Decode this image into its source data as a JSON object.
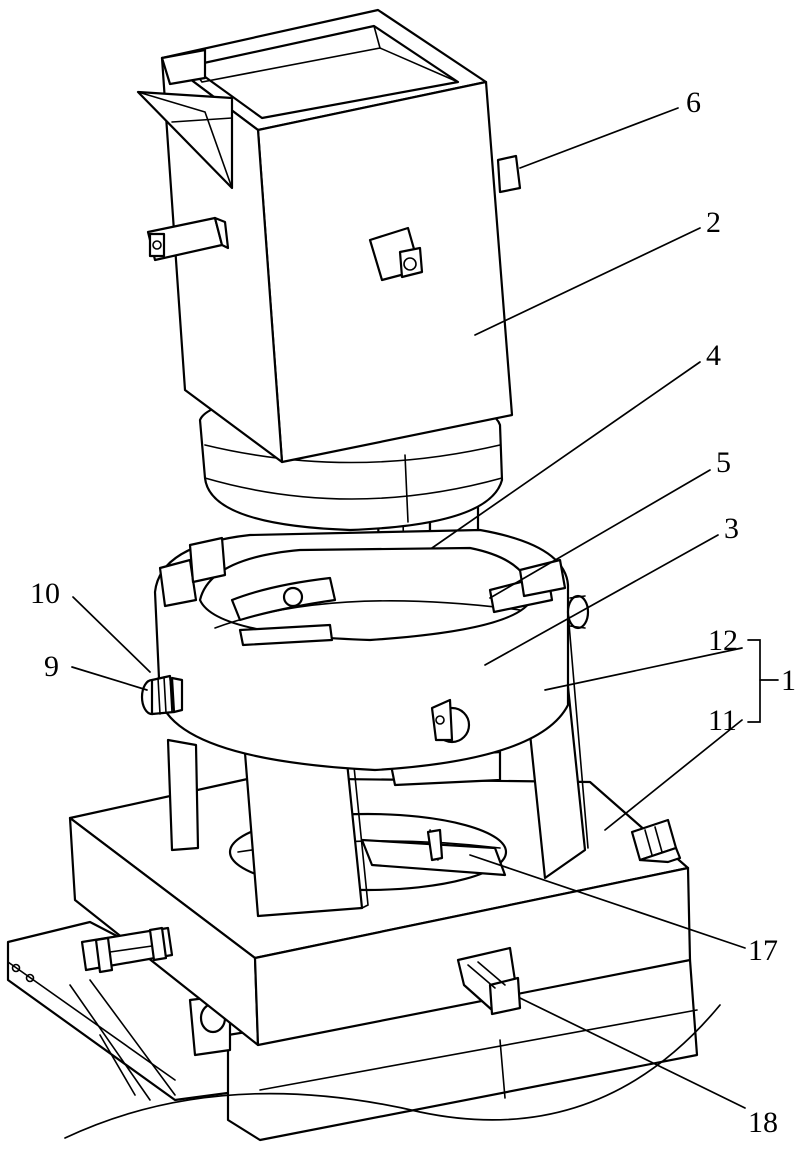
{
  "labels": {
    "l1": "1",
    "l2": "2",
    "l3": "3",
    "l4": "4",
    "l5": "5",
    "l6": "6",
    "l9": "9",
    "l10": "10",
    "l11": "11",
    "l12": "12",
    "l17": "17",
    "l18": "18"
  },
  "colors": {
    "line": "#000000",
    "background": "#ffffff"
  }
}
